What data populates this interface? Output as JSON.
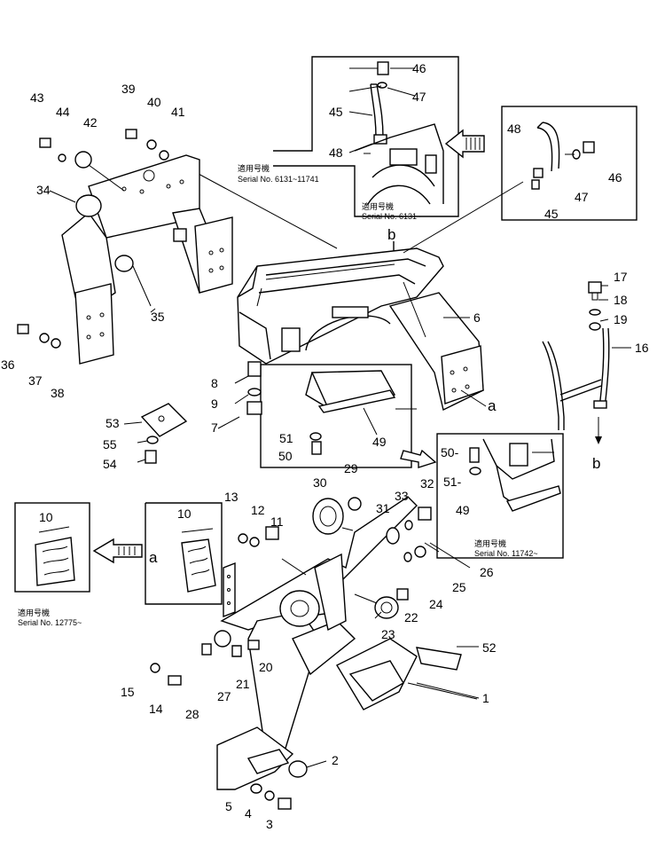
{
  "callouts": {
    "c1": "1",
    "c2": "2",
    "c3": "3",
    "c4": "4",
    "c5": "5",
    "c6": "6",
    "c7": "7",
    "c8": "8",
    "c9": "9",
    "c10a": "10",
    "c10b": "10",
    "c11": "11",
    "c12": "12",
    "c13": "13",
    "c14": "14",
    "c15": "15",
    "c16": "16",
    "c17": "17",
    "c18": "18",
    "c19": "19",
    "c20": "20",
    "c21": "21",
    "c22": "22",
    "c23": "23",
    "c24": "24",
    "c25": "25",
    "c26": "26",
    "c27": "27",
    "c28": "28",
    "c29": "29",
    "c30": "30",
    "c31": "31",
    "c32": "32",
    "c33": "33",
    "c34": "34",
    "c35": "35",
    "c36": "36",
    "c37": "37",
    "c38": "38",
    "c39": "39",
    "c40": "40",
    "c41": "41",
    "c42": "42",
    "c43": "43",
    "c44": "44",
    "c45a": "45",
    "c45b": "45",
    "c46a": "46",
    "c46b": "46",
    "c47a": "47",
    "c47b": "47",
    "c48a": "48",
    "c48b": "48",
    "c49a": "49",
    "c49b": "49",
    "c50a": "50",
    "c50b": "50-",
    "c51a": "51",
    "c51b": "51-",
    "c52": "52",
    "c53": "53",
    "c54": "54",
    "c55": "55"
  },
  "refs": {
    "a1": "a",
    "a2": "a",
    "b1": "b",
    "b2": "b"
  },
  "notes": {
    "serial_11741_jp": "適用号機",
    "serial_11741": "Serial No. 6131~11741",
    "serial_6131_jp": "適用号機",
    "serial_6131": "Serial No. 6131~",
    "serial_11742_jp": "適用号機",
    "serial_11742": "Serial No. 11742~",
    "serial_12775_jp": "適用号機",
    "serial_12775": "Serial No. 12775~"
  }
}
